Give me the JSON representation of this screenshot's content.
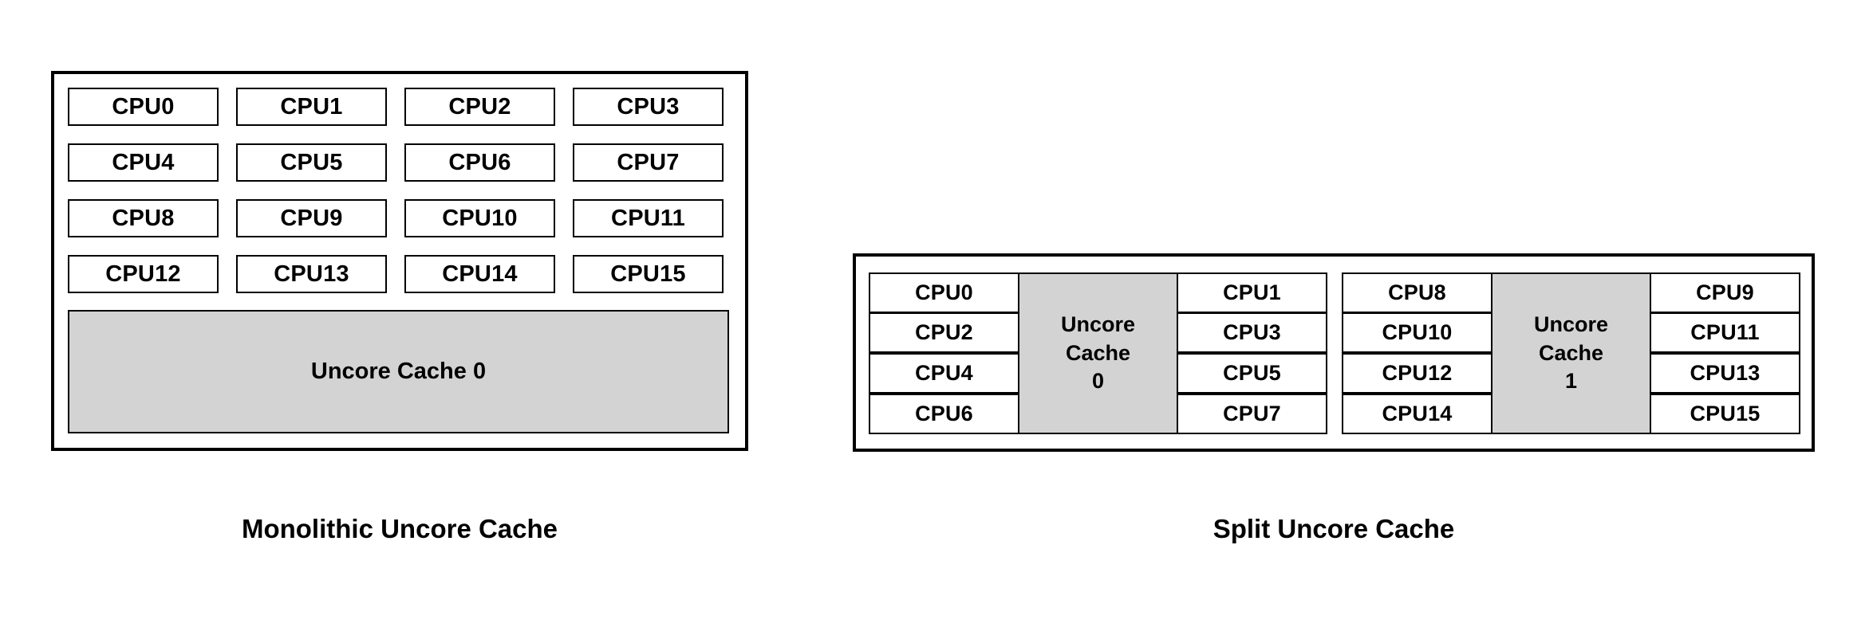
{
  "figures": [
    {
      "id": "monolithic",
      "caption": "Monolithic Uncore Cache",
      "layout": "grid-4x4-with-full-width-cache",
      "cpu_grid": [
        [
          "CPU0",
          "CPU1",
          "CPU2",
          "CPU3"
        ],
        [
          "CPU4",
          "CPU5",
          "CPU6",
          "CPU7"
        ],
        [
          "CPU8",
          "CPU9",
          "CPU10",
          "CPU11"
        ],
        [
          "CPU12",
          "CPU13",
          "CPU14",
          "CPU15"
        ]
      ],
      "cache": {
        "label": "Uncore Cache 0",
        "fill": "#d3d3d3"
      }
    },
    {
      "id": "split",
      "caption": "Split Uncore Cache",
      "layout": "two-groups-each-cache-flanked-by-cpu-columns",
      "groups": [
        {
          "left_column": [
            "CPU0",
            "CPU2",
            "CPU4",
            "CPU6"
          ],
          "cache": {
            "line1": "Uncore",
            "line2": "Cache",
            "line3": "0",
            "fill": "#d3d3d3"
          },
          "right_column": [
            "CPU1",
            "CPU3",
            "CPU5",
            "CPU7"
          ]
        },
        {
          "left_column": [
            "CPU8",
            "CPU10",
            "CPU12",
            "CPU14"
          ],
          "cache": {
            "line1": "Uncore",
            "line2": "Cache",
            "line3": "1",
            "fill": "#d3d3d3"
          },
          "right_column": [
            "CPU9",
            "CPU11",
            "CPU13",
            "CPU15"
          ]
        }
      ]
    }
  ],
  "colors": {
    "background": "#ffffff",
    "stroke": "#000000",
    "cache_fill": "#d3d3d3",
    "cpu_fill": "#ffffff"
  }
}
